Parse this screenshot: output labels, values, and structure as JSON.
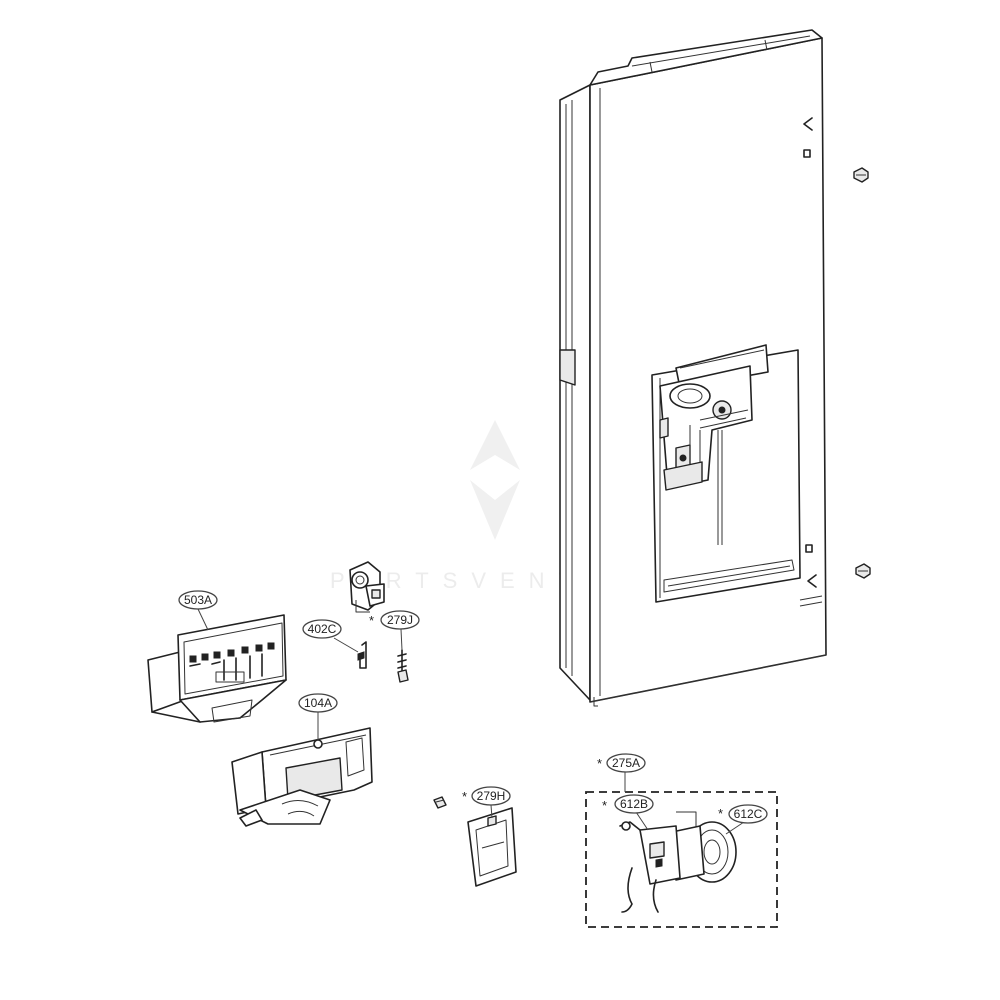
{
  "diagram": {
    "callouts": {
      "c503A": {
        "label": "503A",
        "star": ""
      },
      "c402C": {
        "label": "402C",
        "star": ""
      },
      "c279J": {
        "label": "279J",
        "star": "*"
      },
      "c104A": {
        "label": "104A",
        "star": ""
      },
      "c279H": {
        "label": "279H",
        "star": "*"
      },
      "c275A": {
        "label": "275A",
        "star": "*"
      },
      "c612B": {
        "label": "612B",
        "star": "*"
      },
      "c612C": {
        "label": "612C",
        "star": "*"
      }
    },
    "watermark": "PARTSVENTURE"
  }
}
